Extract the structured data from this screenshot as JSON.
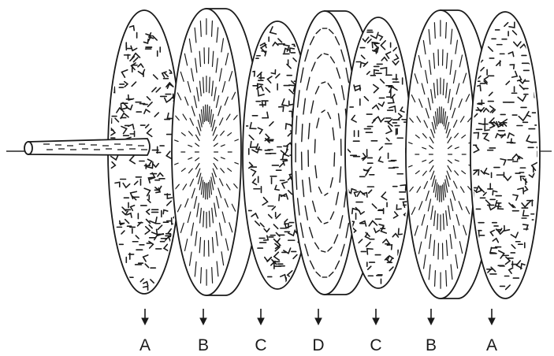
{
  "disks": [
    {
      "label": "A",
      "texture": "random"
    },
    {
      "label": "B",
      "texture": "radial"
    },
    {
      "label": "C",
      "texture": "random"
    },
    {
      "label": "D",
      "texture": "circumferential"
    },
    {
      "label": "C",
      "texture": "random"
    },
    {
      "label": "B",
      "texture": "radial"
    },
    {
      "label": "A",
      "texture": "random"
    }
  ],
  "colors": {
    "ink": "#1a1a1a",
    "paper": "#ffffff"
  }
}
